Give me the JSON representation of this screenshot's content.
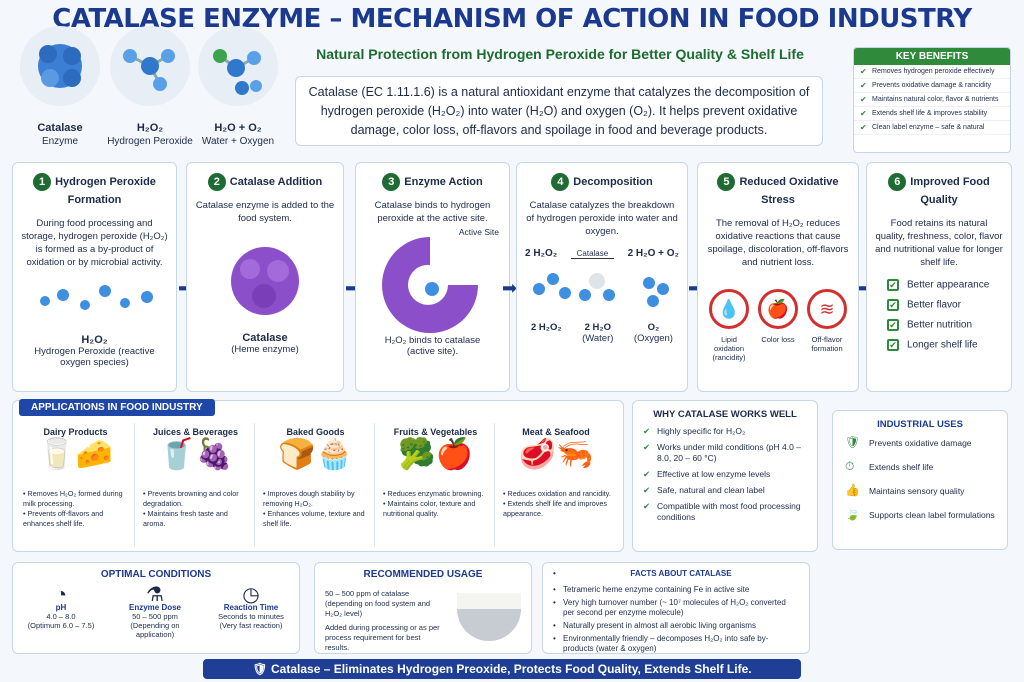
{
  "title": "CATALASE ENZYME – MECHANISM OF ACTION IN FOOD INDUSTRY",
  "subtitle": "Natural Protection from Hydrogen Peroxide for Better Quality & Shelf Life",
  "intro": "Catalase (EC 1.11.1.6) is a natural antioxidant enzyme that catalyzes the decomposition of hydrogen peroxide (H₂O₂) into water (H₂O) and oxygen (O₂). It helps prevent oxidative damage, color loss, off-flavors and spoilage in food and beverage products.",
  "molecules": [
    {
      "name": "Catalase",
      "sub": "Enzyme"
    },
    {
      "name": "H₂O₂",
      "sub": "Hydrogen Peroxide"
    },
    {
      "name": "H₂O + O₂",
      "sub": "Water + Oxygen"
    }
  ],
  "key_benefits": {
    "heading": "KEY BENEFITS",
    "items": [
      "Removes hydrogen peroxide effectively",
      "Prevents oxidative damage & rancidity",
      "Maintains natural color, flavor & nutrients",
      "Extends shelf life & improves stability",
      "Clean label enzyme – safe & natural"
    ]
  },
  "steps": [
    {
      "num": "1",
      "title": "Hydrogen Peroxide Formation",
      "desc": "During food processing and storage, hydrogen peroxide (H₂O₂) is formed as a by-product of oxidation or by microbial activity.",
      "caption": "H₂O₂",
      "caption2": "Hydrogen Peroxide (reactive oxygen species)"
    },
    {
      "num": "2",
      "title": "Catalase Addition",
      "desc": "Catalase enzyme is added to the food system.",
      "caption": "Catalase",
      "caption2": "(Heme enzyme)"
    },
    {
      "num": "3",
      "title": "Enzyme Action",
      "desc": "Catalase binds to hydrogen peroxide at the active site.",
      "label": "Active Site",
      "caption": "H₂O₂ binds to catalase",
      "caption2": "(active site)."
    },
    {
      "num": "4",
      "title": "Decomposition",
      "desc": "Catalase catalyzes the breakdown of hydrogen peroxide into water and oxygen.",
      "eq_left": "2 H₂O₂",
      "eq_mid": "Catalase",
      "eq_right": "2 H₂O + O₂",
      "prod1": "2 H₂O₂",
      "prod2": "2 H₂O",
      "prod2b": "(Water)",
      "prod3": "O₂",
      "prod3b": "(Oxygen)"
    },
    {
      "num": "5",
      "title": "Reduced Oxidative Stress",
      "desc": "The removal of H₂O₂ reduces oxidative reactions that cause spoilage, discoloration, off-flavors and nutrient loss.",
      "icons": [
        "Lipid oxidation (rancidity)",
        "Color loss",
        "Off-flavor formation"
      ]
    },
    {
      "num": "6",
      "title": "Improved Food Quality",
      "desc": "Food retains its natural quality, freshness, color, flavor and nutritional value for longer shelf life.",
      "checks": [
        "Better appearance",
        "Better flavor",
        "Better nutrition",
        "Longer shelf life"
      ]
    }
  ],
  "applications": {
    "heading": "APPLICATIONS IN FOOD INDUSTRY",
    "items": [
      {
        "name": "Dairy Products",
        "points": [
          "Removes H₂O₂ formed during milk processing.",
          "Prevents off-flavors and enhances shelf life."
        ]
      },
      {
        "name": "Juices & Beverages",
        "points": [
          "Prevents browning and color degradation.",
          "Maintains fresh taste and aroma."
        ]
      },
      {
        "name": "Baked Goods",
        "points": [
          "Improves dough stability by removing H₂O₂.",
          "Enhances volume, texture and shelf life."
        ]
      },
      {
        "name": "Fruits & Vegetables",
        "points": [
          "Reduces enzymatic browning.",
          "Maintains color, texture and nutritional quality."
        ]
      },
      {
        "name": "Meat & Seafood",
        "points": [
          "Reduces oxidation and rancidity.",
          "Extends shelf life and improves appearance."
        ]
      }
    ]
  },
  "why": {
    "heading": "WHY CATALASE WORKS WELL",
    "items": [
      "Highly specific for H₂O₂",
      "Works under mild conditions (pH 4.0 – 8.0, 20 – 60 °C)",
      "Effective at low enzyme levels",
      "Safe, natural and clean label",
      "Compatible with most food processing conditions"
    ]
  },
  "industrial": {
    "heading": "INDUSTRIAL USES",
    "items": [
      "Prevents oxidative damage",
      "Extends shelf life",
      "Maintains sensory quality",
      "Supports clean label formulations"
    ]
  },
  "optimal": {
    "heading": "OPTIMAL CONDITIONS",
    "items": [
      {
        "name": "pH",
        "l1": "4.0 – 8.0",
        "l2": "(Optimum 6.0 – 7.5)"
      },
      {
        "name": "Enzyme Dose",
        "l1": "50 – 500 ppm",
        "l2": "(Depending on application)"
      },
      {
        "name": "Reaction Time",
        "l1": "Seconds to minutes",
        "l2": "(Very fast reaction)"
      }
    ]
  },
  "usage": {
    "heading": "RECOMMENDED USAGE",
    "l1": "50 – 500 ppm of catalase (depending on food system and H₂O₂ level)",
    "l2": "Added during processing or as per process requirement for best results."
  },
  "facts": {
    "heading": "FACTS ABOUT CATALASE",
    "items": [
      "Tetrameric heme enzyme containing Fe in active site",
      "Very high turnover number (~ 10⁷ molecules of H₂O₂ converted per second per enzyme molecule)",
      "Naturally present in almost all aerobic living organisms",
      "Environmentally friendly – decomposes H₂O₂ into safe by-products (water & oxygen)"
    ]
  },
  "footer": "Catalase – Eliminates Hydrogen Preoxide, Protects Food Quality, Extends Shelf Life."
}
